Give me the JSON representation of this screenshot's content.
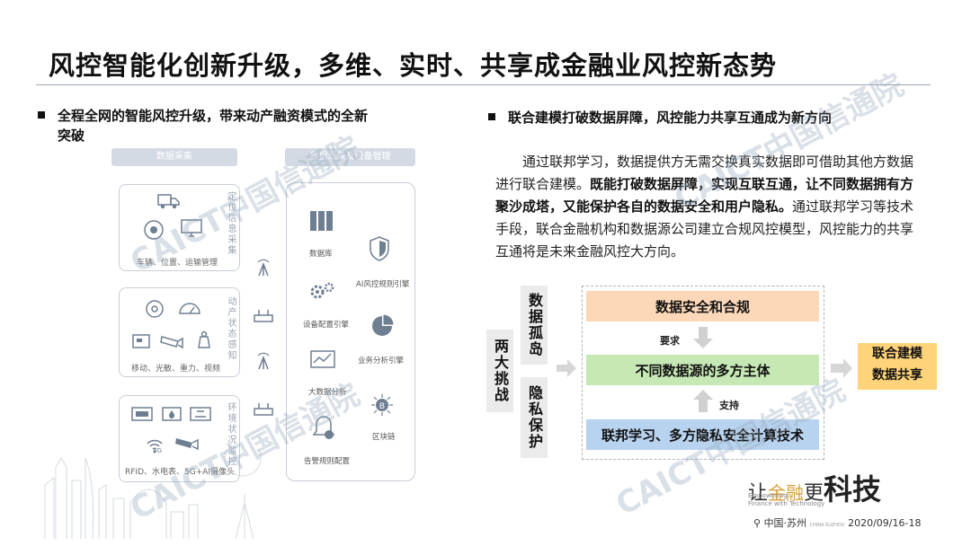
{
  "title": "风控智能化创新升级，多维、实时、共享成金融业风控新态势",
  "left": {
    "bullet_line1": "全程全网的智能风控升级，带来动产融资模式的全新",
    "bullet_line2": "突破",
    "headers": {
      "collect": "数据采集",
      "aggregate": "数据汇集及设备管理"
    },
    "groups": [
      {
        "side": "定位信息采集",
        "caption": "车辆、位置、运输管理"
      },
      {
        "side": "动产状态感知",
        "caption": "移动、光敏、重力、视频"
      },
      {
        "side": "环境状况监控",
        "caption": "RFID、水电表、5G+AI摄像头"
      }
    ],
    "mgmt_items": {
      "database": "数据库",
      "risk_engine": "AI风控规则引擎",
      "device_engine": "设备配置引擎",
      "biz_engine": "业务分析引擎",
      "bigdata": "大数据分析",
      "blockchain": "区块链",
      "alert": "告警规则配置"
    },
    "fiveg": "5G"
  },
  "right": {
    "bullet": "联合建模打破数据屏障，风控能力共享互通成为新方向",
    "para": {
      "p1": "通过联邦学习，数据提供方无需交换真实数据即可借助其他方数据进行联合建模。",
      "p2": "既能打破数据屏障，实现互联互通，让不同数据拥有方聚沙成塔，又能保护各自的数据安全和用户隐私。",
      "p3": "通过联邦学习等技术手段，联合金融机构和数据源公司建立合规风控模型，风控能力的共享互通将是未来金融风控大方向。"
    },
    "diagram": {
      "challenge": "两大挑战",
      "silo": "数据孤岛",
      "privacy": "隐私保护",
      "bar_top": "数据安全和合规",
      "bar_mid": "不同数据源的多方主体",
      "bar_bot": "联邦学习、多方隐私安全计算技术",
      "requires": "要求",
      "supports": "支持",
      "outcome_line1": "联合建模",
      "outcome_line2": "数据共享"
    }
  },
  "footer": {
    "brand_a": "让",
    "brand_b": "金融",
    "brand_c": "更",
    "brand_d": "科技",
    "brand_en_line1": "Empowering",
    "brand_en_line2": "Finance with Technology",
    "location": "中国·苏州",
    "location_small": "CHINA·SUZHOU",
    "date": "2020/09/16-18",
    "watermark": "CAICT中国信通院"
  },
  "colors": {
    "peach": "#fcd8b8",
    "green": "#c6e8b4",
    "blue": "#b8d3ef",
    "gold": "#ffd37a",
    "gray_box": "#ebebeb",
    "icon_gray": "#6f7f92"
  }
}
